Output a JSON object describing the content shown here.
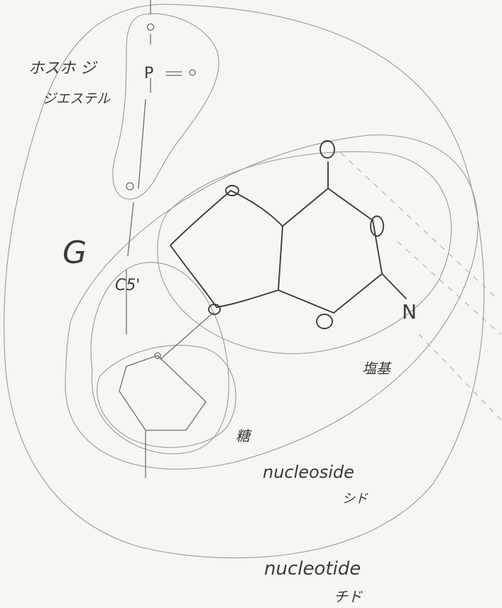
{
  "labels": {
    "phospho_line1": "ホスホ ジ",
    "phospho_line2": "ジエステル",
    "g": "G",
    "c5": "C5'",
    "base": "塩基",
    "sugar": "糖",
    "nucleoside": "nucleoside",
    "nucleoside_jp": "シド",
    "nucleotide": "nucleotide",
    "nucleotide_jp": "チド"
  },
  "atoms": {
    "p": "P",
    "o": "O",
    "n": "N"
  }
}
